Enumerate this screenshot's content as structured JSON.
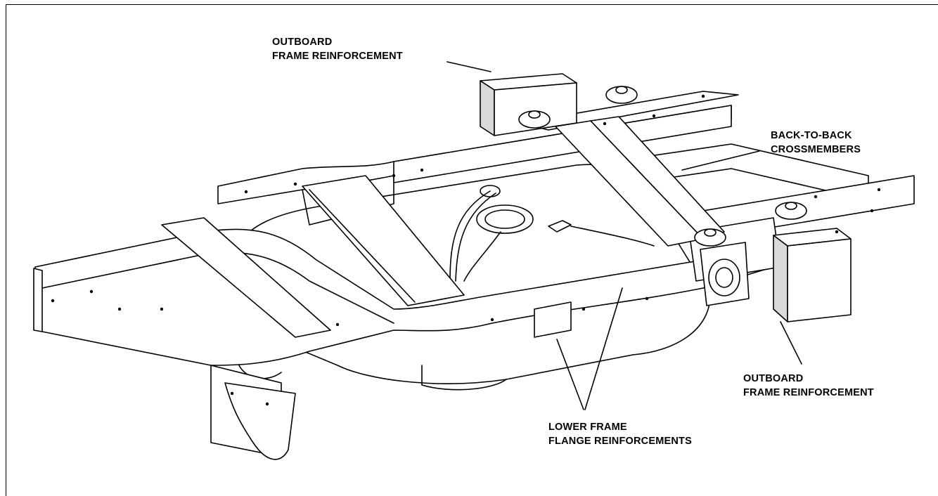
{
  "callouts": {
    "outboard_top": {
      "line1": "OUTBOARD",
      "line2": "FRAME REINFORCEMENT"
    },
    "back_to_back": {
      "line1": "BACK-TO-BACK",
      "line2": "CROSSMEMBERS"
    },
    "outboard_right": {
      "line1": "OUTBOARD",
      "line2": "FRAME REINFORCEMENT"
    },
    "lower_flange": {
      "line1": "LOWER FRAME",
      "line2": "FLANGE REINFORCEMENTS"
    }
  },
  "colors": {
    "ink": "#000000",
    "paper": "#ffffff",
    "shade": "#d9d9d9"
  }
}
